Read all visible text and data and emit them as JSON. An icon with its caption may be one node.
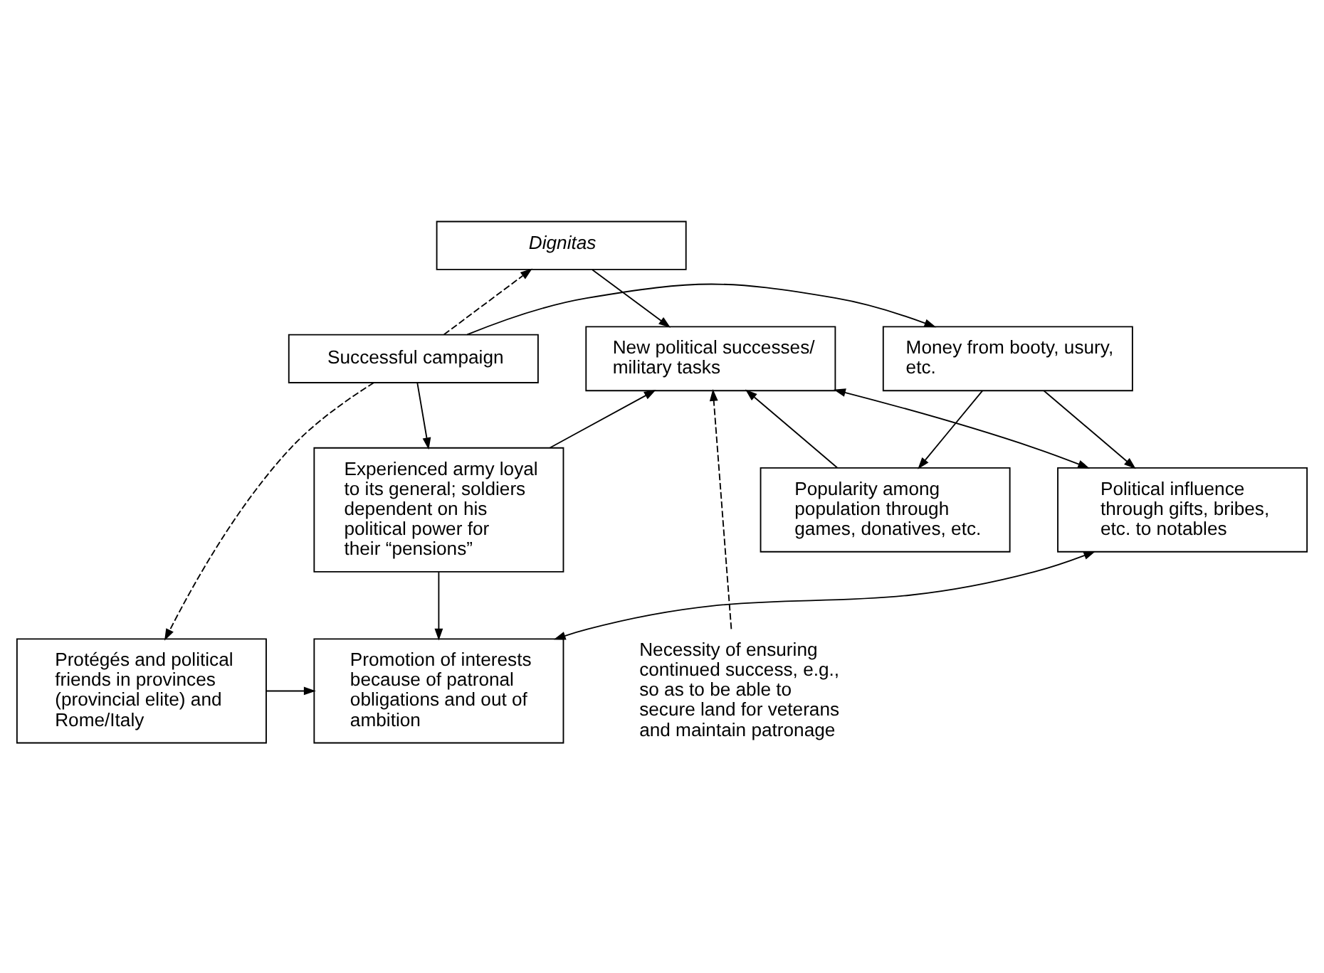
{
  "diagram": {
    "nodes": [
      {
        "text": [
          "Dignitas"
        ]
      },
      {
        "text": [
          "Successful campaign"
        ]
      },
      {
        "text": [
          "Money from booty, usury, etc."
        ]
      },
      {
        "text": [
          "New political successes/ military tasks"
        ]
      },
      {
        "text": [
          "Experienced army loyal to its general; soldiers dependent on his political power for their “pensions”"
        ]
      },
      {
        "text": [
          "Political influence through gifts, bribes, etc. to notables"
        ]
      },
      {
        "text": [
          "Popularity among population through games, donatives, etc."
        ]
      },
      {
        "text": [
          "Protégés and political friends in provinces (provincial elite) and Rome/Italy"
        ]
      },
      {
        "text": [
          "Promotion of interests because of patronal obligations and out of ambition"
        ]
      },
      {
        "text": [
          "Necessity of ensuring continued success, e.g., so as to be able to secure land for veterans and maintain patronage"
        ]
      }
    ],
    "edges": [
      {
        "from": 1,
        "to": 0,
        "arrow": "to",
        "style": "dashed"
      },
      {
        "from": 0,
        "to": 3,
        "arrow": "to"
      },
      {
        "from": 1,
        "to": 2,
        "arrow": "to"
      },
      {
        "from": 1,
        "to": 4,
        "arrow": "to"
      },
      {
        "from": 1,
        "to": 7,
        "arrow": "to",
        "style": "dashed"
      },
      {
        "from": 2,
        "to": 5,
        "arrow": "to"
      },
      {
        "from": 2,
        "to": 6,
        "arrow": "to"
      },
      {
        "from": 5,
        "to": 3,
        "arrow": "both"
      },
      {
        "from": 6,
        "to": 3,
        "arrow": "to"
      },
      {
        "from": 4,
        "to": 3,
        "arrow": "to"
      },
      {
        "from": 4,
        "to": 8,
        "arrow": "to"
      },
      {
        "from": 5,
        "to": 8,
        "arrow": "both"
      },
      {
        "from": 7,
        "to": 8,
        "arrow": "to"
      },
      {
        "from": 9,
        "to": 3,
        "arrow": "to",
        "style": "dashed"
      }
    ]
  }
}
